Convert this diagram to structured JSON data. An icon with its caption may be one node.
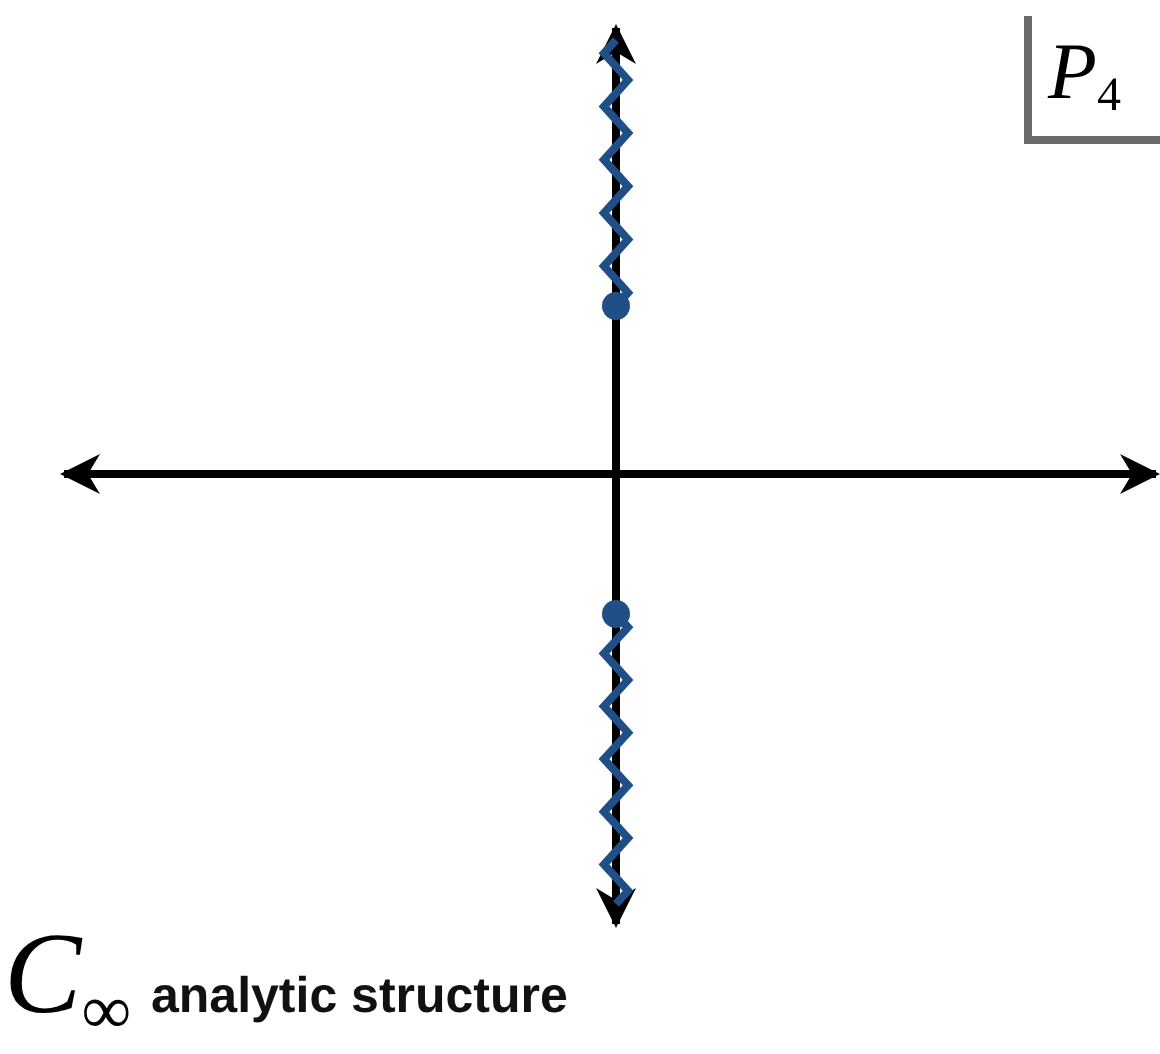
{
  "diagram": {
    "labels": [
      "P$_{4}$",
      "C$_{∞}$",
      "analytic structure"
    ]
  }
}
